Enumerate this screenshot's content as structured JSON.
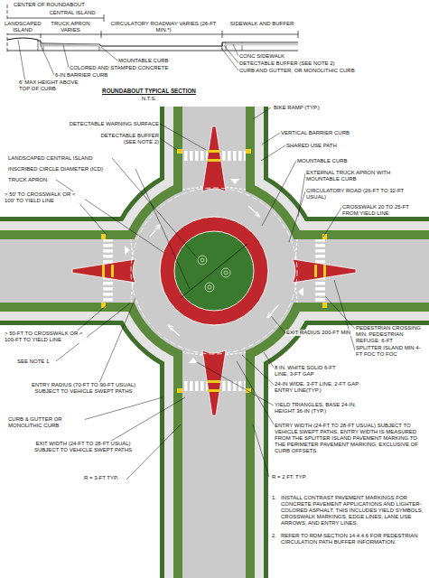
{
  "diagram": {
    "labels": [
      "CENTER OF ROUNDABOUT",
      "CENTRAL ISLAND",
      "LANDSCAPED ISLAND",
      "TRUCK APRON VARIES",
      "CIRCULATORY ROADWAY VARIES (26-FT MIN.*)",
      "SIDEWALK AND BUFFER",
      "CONC SIDEWALK",
      "DETECTABLE BUFFER (SEE NOTE 2)",
      "CURB AND GUTTER, OR MONOLITHIC CURB",
      "MOUNTABLE CURB",
      "COLORED AND STAMPED CONCRETE",
      "6-IN BARRIER CURB",
      "6' MAX HEIGHT ABOVE TOP OF CURB",
      "ROUNDABOUT TYPICAL SECTION",
      "N.T.S.",
      "BIKE RAMP (TYP.)",
      "DETECTABLE WARNING SURFACE",
      "VERTICAL BARRIER CURB",
      "DETECTABLE BUFFER (SEE NOTE 2)",
      "SHARED USE PATH",
      "LANDSCAPED CENTRAL ISLAND",
      "MOUNTABLE CURB",
      "INSCRIBED CIRCLE DIAMETER (ICD)",
      "EXTERNAL TRUCK APRON WITH MOUNTABLE CURB",
      "TRUCK APRON",
      "CIRCULATORY ROAD (26-FT TO 32-FT USUAL)",
      "> 50' TO CROSSWALK OR < 100' TO YIELD LINE",
      "CROSSWALK 20 TO 25-FT FROM YIELD LINE",
      "PEDESTRIAN CROSSING MIN. PEDESTRIAN REFUGE: 6-FT",
      "> 50-FT TO CROSSWALK OR < 100-FT TO YIELD LINE",
      "SPLITTER ISLAND MIN 4-FT FOC TO FOC",
      "ENTRY RADIUS (70-FT TO 90-FT USUAL) SUBJECT TO VEHICLE SWEPT PATHS",
      "EXIT RADIUS 200-FT MIN",
      "SEE NOTE 1",
      "8 IN. WHITE SOLID 6-FT LINE, 3-FT GAP",
      "CURB & GUTTER OR MONOLITHIC CURB",
      "24-IN WIDE, 3-FT LINE, 2-FT GAP ENTRY LINE(TYP.)",
      "EXIT WIDTH (24-FT TO 28-FT USUAL) SUBJECT TO VEHICLE SWEPT PATHS",
      "YIELD TRIANGLES, BASE 24-IN, HEIGHT 36-IN (TYP.)",
      "ENTRY WIDTH (24-FT TO 28-FT USUAL) SUBJECT TO VEHICLE SWEPT PATHS. ENTRY WIDTH IS MEASURED FROM THE SPLITTER ISLAND PAVEMENT MARKING TO THE PERIMETER PAVEMENT MARKING, EXCLUSIVE OF CURB OFFSETS.",
      "R = 3-FT TYP.",
      "R = 2 FT. TYP.",
      "1.",
      "INSTALL CONTRAST PAVEMENT MARKINGS FOR CONCRETE PAVEMENT APPLICATIONS AND LIGHTER-COLORED ASPHALT. THIS INCLUDES YIELD SYMBOLS, CROSSWALK MARKINGS, EDGE LINES, LANE USE ARROWS, AND ENTRY LINES.",
      "2.",
      "REFER TO RDM SECTION 14.4.4.6 FOR PEDESTRIAN CIRCULATION PATH BUFFER INFORMATION."
    ]
  }
}
